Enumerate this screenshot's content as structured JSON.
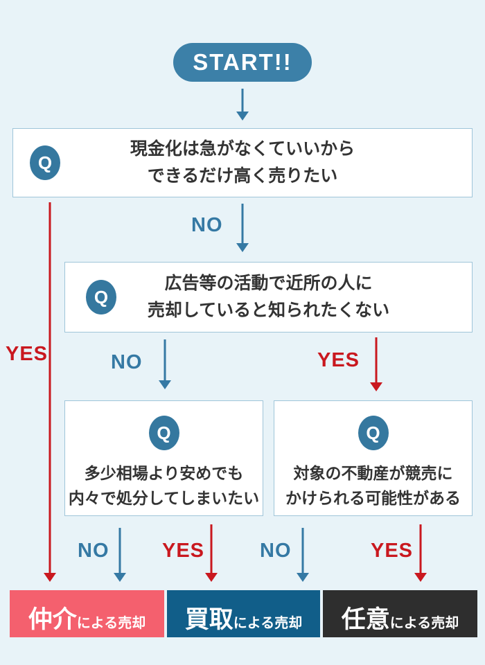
{
  "page": {
    "background": "#e8f3f8"
  },
  "colors": {
    "teal": "#3579a4",
    "teal_pill": "#3c80a8",
    "teal_badge": "#35789f",
    "red": "#c9181f",
    "box_border": "#9fc5d9",
    "box_bg": "#ffffff",
    "question_text": "#333333"
  },
  "start": {
    "label": "START!!"
  },
  "labels": {
    "yes": "YES",
    "no": "NO"
  },
  "questions": [
    {
      "icon": "Q",
      "lines": [
        "現金化は急がなくていいから",
        "できるだけ高く売りたい"
      ]
    },
    {
      "icon": "Q",
      "lines": [
        "広告等の活動で近所の人に",
        "売却していると知られたくない"
      ]
    },
    {
      "icon": "Q",
      "lines": [
        "多少相場より安めでも",
        "内々で処分してしまいたい"
      ]
    },
    {
      "icon": "Q",
      "lines": [
        "対象の不動産が競売に",
        "かけられる可能性がある"
      ]
    }
  ],
  "results": [
    {
      "emphasis": "仲介",
      "rest": "による売却",
      "color": "#f4606e"
    },
    {
      "emphasis": "買取",
      "rest": "による売却",
      "color": "#115e89"
    },
    {
      "emphasis": "任意",
      "rest": "による売却",
      "color": "#2e2e2e"
    }
  ]
}
